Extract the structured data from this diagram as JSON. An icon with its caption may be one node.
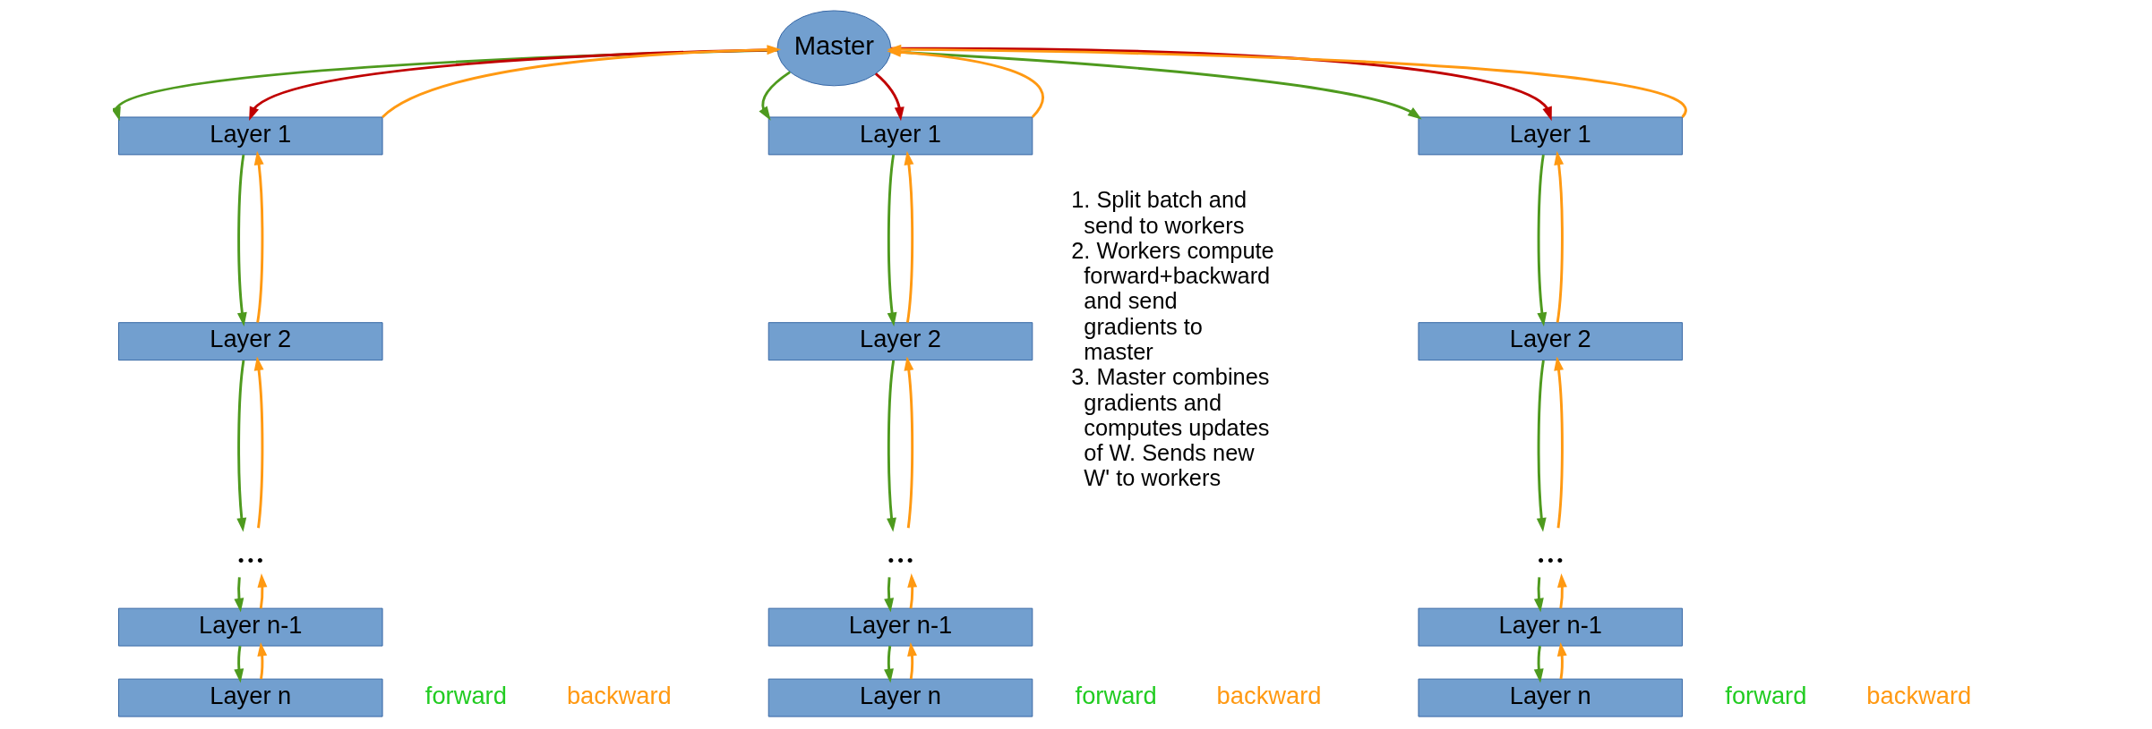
{
  "diagram": {
    "nodes": [
      {
        "text": [
          "Master"
        ]
      },
      {
        "text": [
          "Layer 1"
        ]
      },
      {
        "text": [
          "Layer 2"
        ]
      },
      {
        "text": [
          "..."
        ]
      },
      {
        "text": [
          "Layer n-1"
        ]
      },
      {
        "text": [
          "Layer n"
        ],
        "beside": [
          "forward",
          "backward"
        ]
      },
      {
        "text": [
          "Layer 1"
        ]
      },
      {
        "text": [
          "Layer 2"
        ]
      },
      {
        "text": [
          "..."
        ]
      },
      {
        "text": [
          "Layer n-1"
        ]
      },
      {
        "text": [
          "Layer n"
        ],
        "beside": [
          "forward",
          "backward"
        ]
      },
      {
        "text": [
          "Layer 1"
        ]
      },
      {
        "text": [
          "Layer 2"
        ]
      },
      {
        "text": [
          "..."
        ]
      },
      {
        "text": [
          "Layer n-1"
        ]
      },
      {
        "text": [
          "Layer n"
        ],
        "beside": [
          "forward",
          "backward"
        ]
      }
    ],
    "edges": [
      {
        "from": 0,
        "to": 1,
        "arrow": "to",
        "color": "#4e9a1e"
      },
      {
        "from": 0,
        "to": 1,
        "arrow": "to",
        "color": "#c00000"
      },
      {
        "from": 1,
        "to": 0,
        "arrow": "to",
        "color": "#ff9912"
      },
      {
        "from": 0,
        "to": 6,
        "arrow": "to",
        "color": "#4e9a1e"
      },
      {
        "from": 0,
        "to": 6,
        "arrow": "to",
        "color": "#c00000"
      },
      {
        "from": 6,
        "to": 0,
        "arrow": "to",
        "color": "#ff9912"
      },
      {
        "from": 0,
        "to": 11,
        "arrow": "to",
        "color": "#4e9a1e"
      },
      {
        "from": 0,
        "to": 11,
        "arrow": "to",
        "color": "#c00000"
      },
      {
        "from": 11,
        "to": 0,
        "arrow": "to",
        "color": "#ff9912"
      },
      {
        "from": 1,
        "to": 2,
        "arrow": "to",
        "color": "#4e9a1e"
      },
      {
        "from": 2,
        "to": 3,
        "arrow": "to",
        "color": "#4e9a1e"
      },
      {
        "from": 3,
        "to": 4,
        "arrow": "to",
        "color": "#4e9a1e"
      },
      {
        "from": 4,
        "to": 5,
        "arrow": "to",
        "color": "#4e9a1e"
      },
      {
        "from": 5,
        "to": 4,
        "arrow": "to",
        "color": "#ff9912"
      },
      {
        "from": 4,
        "to": 3,
        "arrow": "to",
        "color": "#ff9912"
      },
      {
        "from": 3,
        "to": 2,
        "arrow": "to",
        "color": "#ff9912"
      },
      {
        "from": 2,
        "to": 1,
        "arrow": "to",
        "color": "#ff9912"
      },
      {
        "from": 6,
        "to": 7,
        "arrow": "to",
        "color": "#4e9a1e"
      },
      {
        "from": 7,
        "to": 8,
        "arrow": "to",
        "color": "#4e9a1e"
      },
      {
        "from": 8,
        "to": 9,
        "arrow": "to",
        "color": "#4e9a1e"
      },
      {
        "from": 9,
        "to": 10,
        "arrow": "to",
        "color": "#4e9a1e"
      },
      {
        "from": 10,
        "to": 9,
        "arrow": "to",
        "color": "#ff9912"
      },
      {
        "from": 9,
        "to": 8,
        "arrow": "to",
        "color": "#ff9912"
      },
      {
        "from": 8,
        "to": 7,
        "arrow": "to",
        "color": "#ff9912"
      },
      {
        "from": 7,
        "to": 6,
        "arrow": "to",
        "color": "#ff9912"
      },
      {
        "from": 11,
        "to": 12,
        "arrow": "to",
        "color": "#4e9a1e"
      },
      {
        "from": 12,
        "to": 13,
        "arrow": "to",
        "color": "#4e9a1e"
      },
      {
        "from": 13,
        "to": 14,
        "arrow": "to",
        "color": "#4e9a1e"
      },
      {
        "from": 14,
        "to": 15,
        "arrow": "to",
        "color": "#4e9a1e"
      },
      {
        "from": 15,
        "to": 14,
        "arrow": "to",
        "color": "#ff9912"
      },
      {
        "from": 14,
        "to": 13,
        "arrow": "to",
        "color": "#ff9912"
      },
      {
        "from": 13,
        "to": 12,
        "arrow": "to",
        "color": "#ff9912"
      },
      {
        "from": 12,
        "to": 11,
        "arrow": "to",
        "color": "#ff9912"
      }
    ],
    "labels": [
      "1. Split batch and send to workers",
      "2. Workers compute forward+backward and send gradients to master",
      "3. Master combines gradients and computes updates of W. Sends new W' to workers"
    ]
  }
}
